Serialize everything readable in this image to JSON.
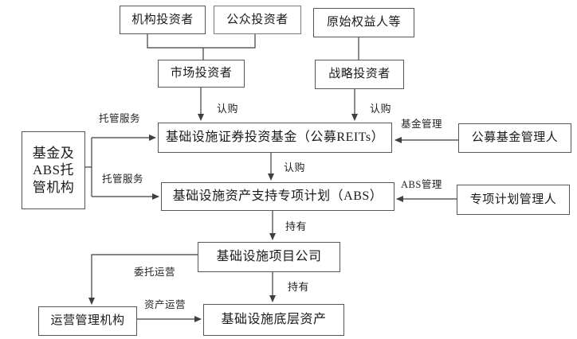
{
  "nodes": {
    "institutional_investors": {
      "label": "机构投资者"
    },
    "public_investors": {
      "label": "公众投资者"
    },
    "original_equity_holders": {
      "label": "原始权益人等"
    },
    "market_investors": {
      "label": "市场投资者"
    },
    "strategic_investors": {
      "label": "战略投资者"
    },
    "reits_fund": {
      "label": "基础设施证券投资基金（公募REITs）"
    },
    "abs_plan": {
      "label": "基础设施资产支持专项计划（ABS）"
    },
    "custodian": {
      "label": "基金及\nABS托\n管机构"
    },
    "public_fund_manager": {
      "label": "公募基金管理人"
    },
    "special_plan_manager": {
      "label": "专项计划管理人"
    },
    "project_company": {
      "label": "基础设施项目公司"
    },
    "underlying_assets": {
      "label": "基础设施底层资产"
    },
    "operation_manager": {
      "label": "运营管理机构"
    }
  },
  "edge_labels": {
    "subscription_market": "认购",
    "subscription_strategic": "认购",
    "subscription_reits": "认购",
    "custody_service_top": "托管服务",
    "custody_service_bottom": "托管服务",
    "fund_management": "基金管理",
    "abs_management": "ABS管理",
    "hold_abs": "持有",
    "hold_project": "持有",
    "entrusted_operation": "委托运营",
    "asset_operation": "资产运营"
  },
  "colors": {
    "line": "#3f3f3f",
    "text": "#1a1a1a",
    "background": "#ffffff"
  }
}
